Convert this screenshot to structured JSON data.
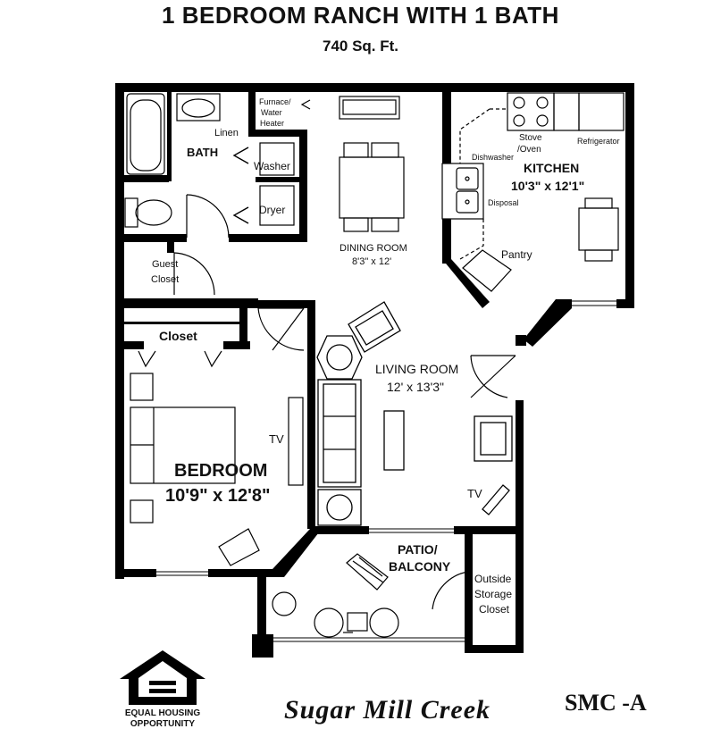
{
  "header": {
    "title": "1 BEDROOM RANCH WITH 1 BATH",
    "area": "740 Sq. Ft."
  },
  "rooms": {
    "bath": "BATH",
    "linen": "Linen",
    "furnace_line1": "Furnace/",
    "furnace_line2": "Water",
    "furnace_line3": "Heater",
    "washer": "Washer",
    "dryer": "Dryer",
    "guest_closet_line1": "Guest",
    "guest_closet_line2": "Closet",
    "dining_room": "DINING ROOM",
    "dining_size": "8'3\" x 12'",
    "kitchen": "KITCHEN",
    "kitchen_size": "10'3\" x 12'1\"",
    "stove_line1": "Stove",
    "stove_line2": "/Oven",
    "refrigerator": "Refrigerator",
    "dishwasher": "Dishwasher",
    "disposal": "Disposal",
    "pantry": "Pantry",
    "closet": "Closet",
    "living_room": "LIVING ROOM",
    "living_size": "12' x 13'3\"",
    "tv_bedroom": "TV",
    "tv_living": "TV",
    "bedroom": "BEDROOM",
    "bedroom_size": "10'9\" x 12'8\"",
    "patio_line1": "PATIO/",
    "patio_line2": "BALCONY",
    "storage_line1": "Outside",
    "storage_line2": "Storage",
    "storage_line3": "Closet"
  },
  "footer": {
    "eho_line1": "EQUAL HOUSING",
    "eho_line2": "OPPORTUNITY",
    "brand": "Sugar Mill Creek",
    "plan_code": "SMC -A"
  }
}
